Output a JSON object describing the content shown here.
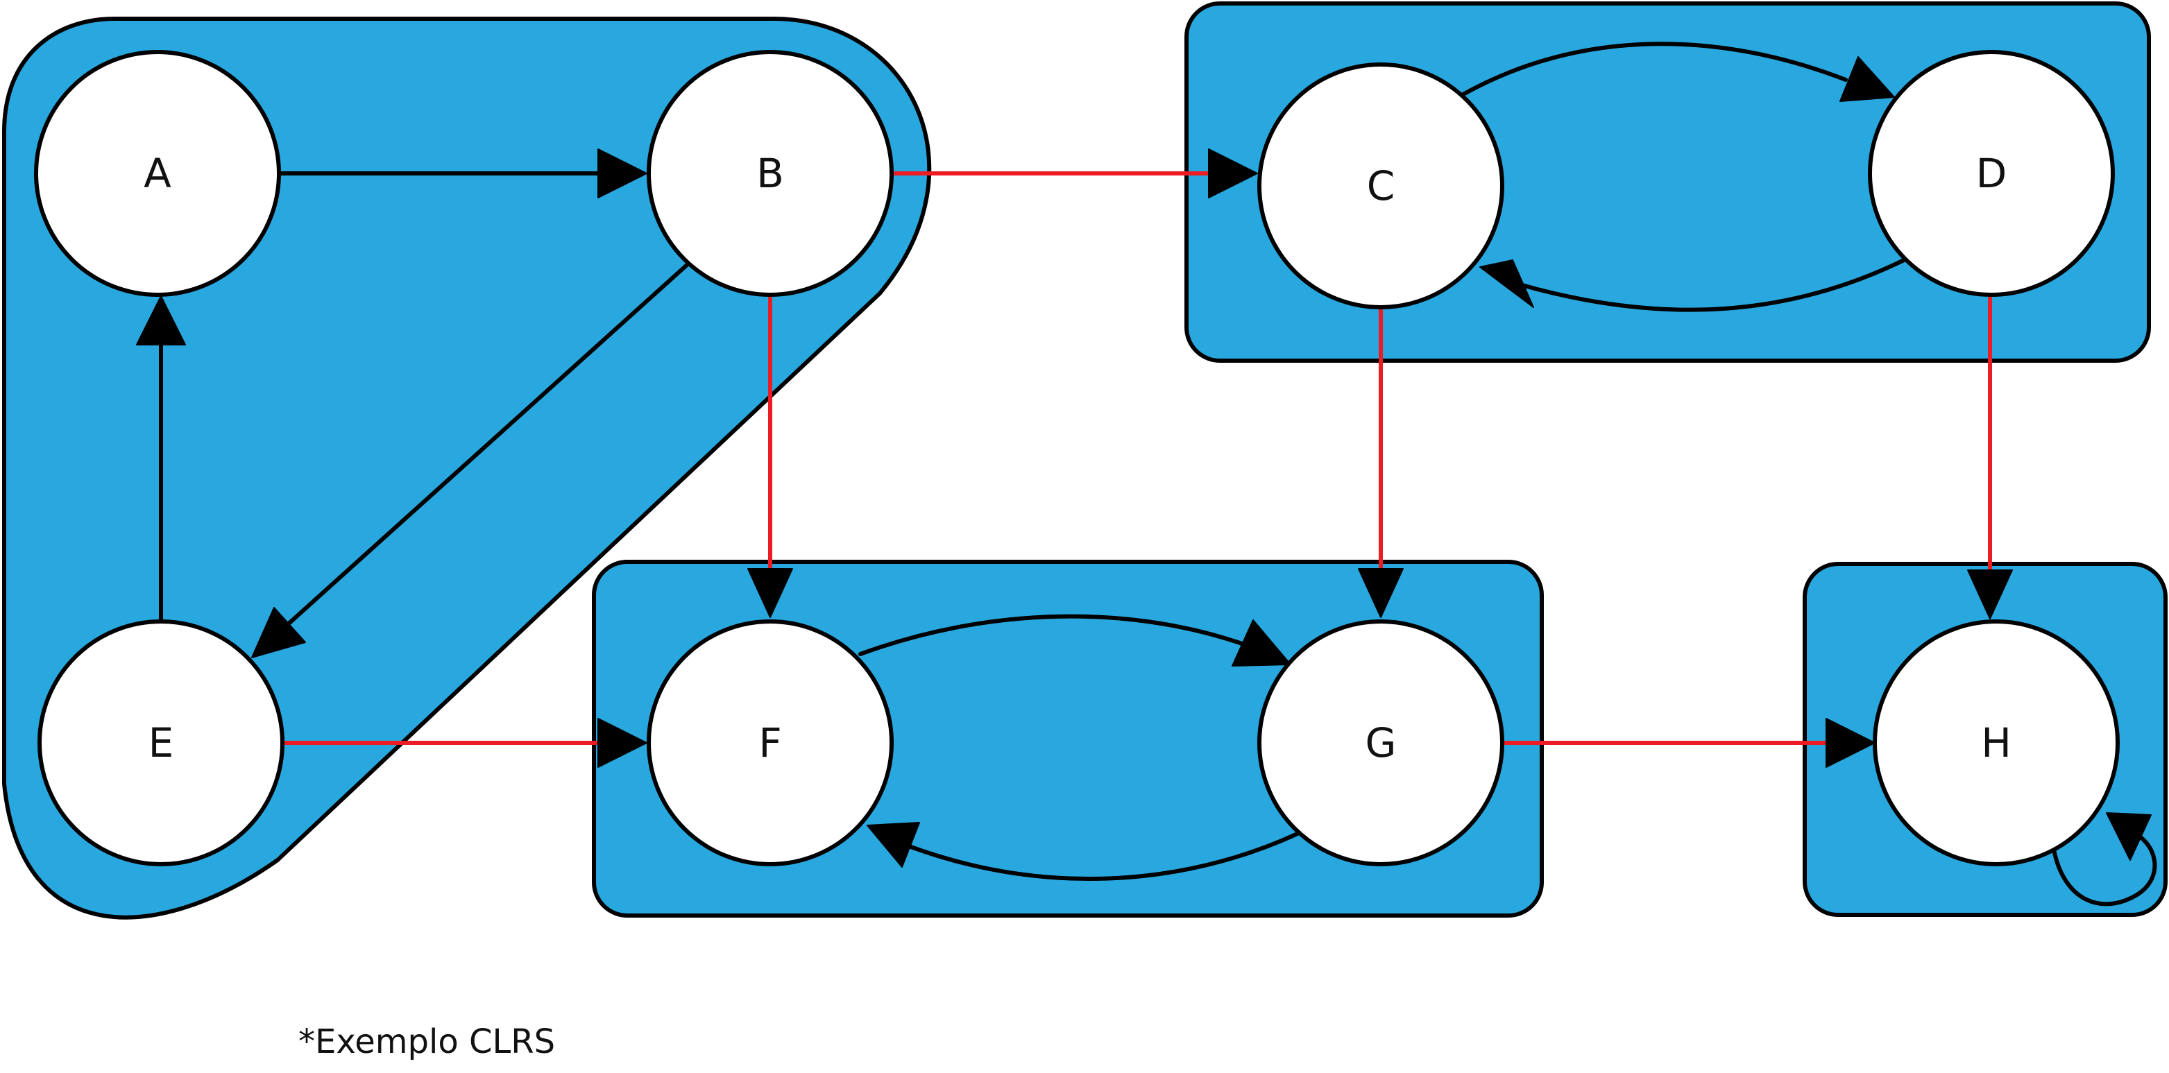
{
  "diagram": {
    "nodes": {
      "a": "A",
      "b": "B",
      "c": "C",
      "d": "D",
      "e": "E",
      "f": "F",
      "g": "G",
      "h": "H"
    },
    "footnote": "*Exemplo CLRS"
  },
  "colors": {
    "component_fill": "#29a8e0",
    "inter_component_edge": "#ec1c24",
    "intra_component_edge": "#000000"
  }
}
